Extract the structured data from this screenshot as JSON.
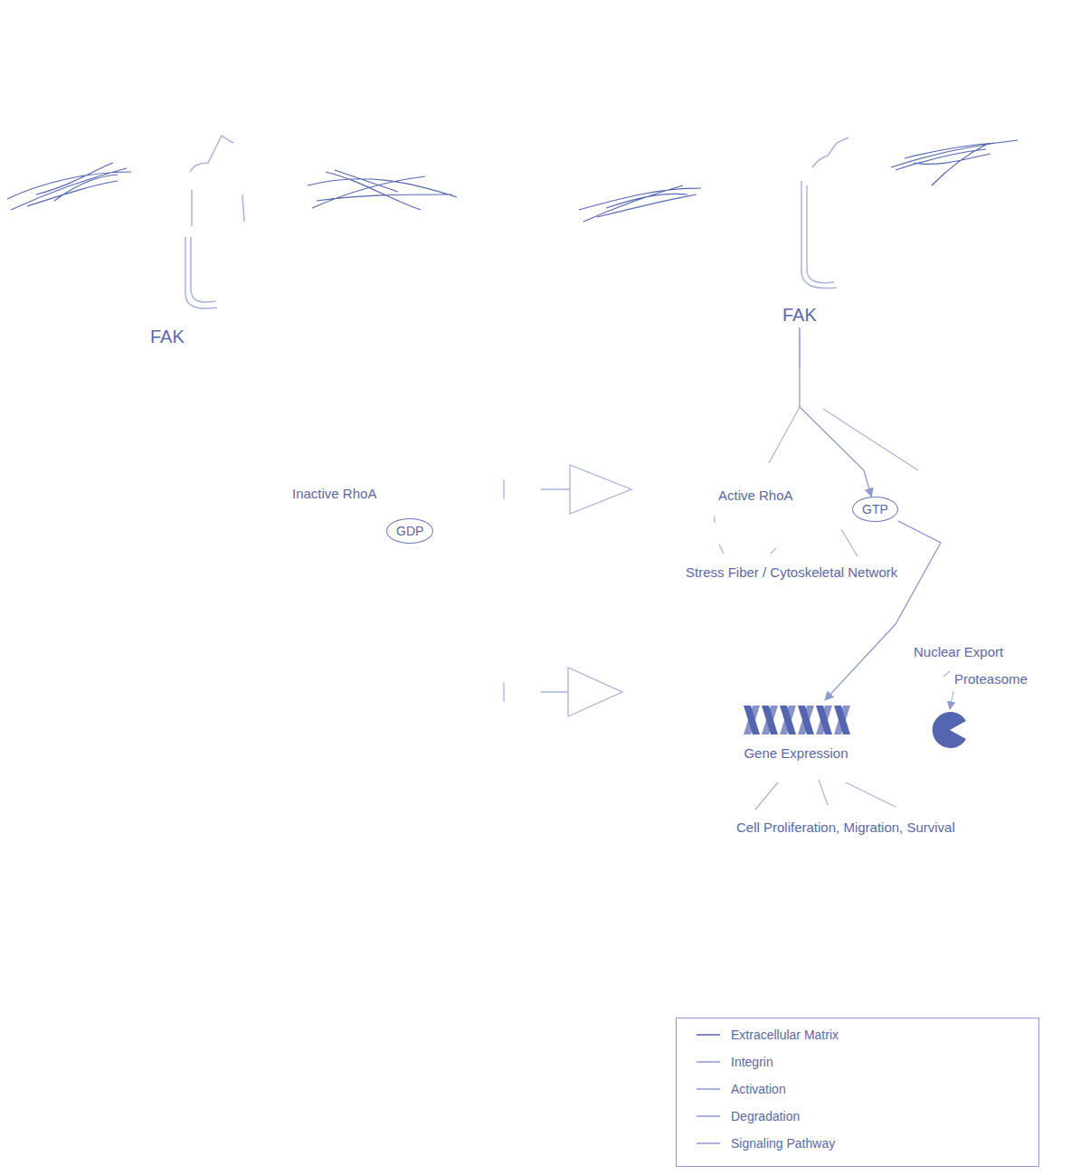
{
  "diagram": {
    "nodes": [
      {
        "text": [
          "FAK"
        ]
      },
      {
        "text": [
          "FAK"
        ]
      },
      {
        "text": [
          "GDP"
        ]
      },
      {
        "text": [
          "GTP"
        ]
      },
      {
        "text": [
          "Gene Expression"
        ]
      }
    ],
    "edges": [
      {
        "from": 1,
        "to": 3,
        "arrow": "to"
      },
      {
        "from": 3,
        "to": 4,
        "arrow": "to"
      }
    ],
    "labels": [
      "Inactive RhoA",
      "Active RhoA",
      "Stress Fiber / Cytoskeletal Network",
      "Nuclear Export",
      "Proteasome",
      "Cell Proliferation, Migration, Survival"
    ],
    "legend": [
      {
        "text": "Extracellular Matrix"
      },
      {
        "text": "Integrin"
      },
      {
        "text": "Activation"
      },
      {
        "text": "Degradation"
      },
      {
        "text": "Signaling Pathway"
      }
    ]
  }
}
